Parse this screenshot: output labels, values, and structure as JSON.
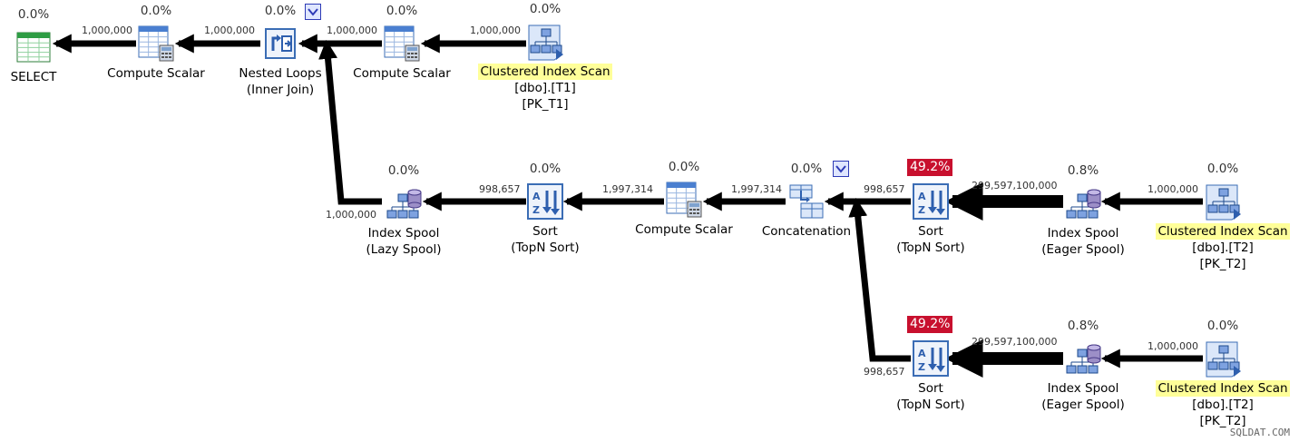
{
  "colors": {
    "cost_hot": "#c8102e",
    "highlight": "#ffff99",
    "arrow": "#000000"
  },
  "operators": [
    {
      "id": "select",
      "icon": "select-icon",
      "cost": "0.0%",
      "lines": [
        "SELECT"
      ]
    },
    {
      "id": "compute_scalar_1",
      "icon": "compute-scalar-icon",
      "cost": "0.0%",
      "lines": [
        "Compute Scalar"
      ]
    },
    {
      "id": "nested_loops",
      "icon": "nested-loops-icon",
      "cost": "0.0%",
      "lines": [
        "Nested Loops",
        "(Inner Join)"
      ]
    },
    {
      "id": "compute_scalar_2",
      "icon": "compute-scalar-icon",
      "cost": "0.0%",
      "lines": [
        "Compute Scalar"
      ]
    },
    {
      "id": "ci_scan_t1",
      "icon": "clustered-index-scan-icon",
      "cost": "0.0%",
      "lines": [
        "Clustered Index Scan",
        "[dbo].[T1]",
        "[PK_T1]"
      ]
    },
    {
      "id": "index_spool_lazy",
      "icon": "index-spool-icon",
      "cost": "0.0%",
      "lines": [
        "Index Spool",
        "(Lazy Spool)"
      ]
    },
    {
      "id": "sort_1",
      "icon": "sort-icon",
      "cost": "0.0%",
      "lines": [
        "Sort",
        "(TopN Sort)"
      ]
    },
    {
      "id": "compute_scalar_3",
      "icon": "compute-scalar-icon",
      "cost": "0.0%",
      "lines": [
        "Compute Scalar"
      ]
    },
    {
      "id": "concatenation",
      "icon": "concatenation-icon",
      "cost": "0.0%",
      "lines": [
        "Concatenation"
      ]
    },
    {
      "id": "sort_2",
      "icon": "sort-icon",
      "cost": "49.2%",
      "lines": [
        "Sort",
        "(TopN Sort)"
      ]
    },
    {
      "id": "index_spool_eager_1",
      "icon": "index-spool-icon",
      "cost": "0.8%",
      "lines": [
        "Index Spool",
        "(Eager Spool)"
      ]
    },
    {
      "id": "ci_scan_t2_a",
      "icon": "clustered-index-scan-icon",
      "cost": "0.0%",
      "lines": [
        "Clustered Index Scan",
        "[dbo].[T2]",
        "[PK_T2]"
      ]
    },
    {
      "id": "sort_3",
      "icon": "sort-icon",
      "cost": "49.2%",
      "lines": [
        "Sort",
        "(TopN Sort)"
      ]
    },
    {
      "id": "index_spool_eager_2",
      "icon": "index-spool-icon",
      "cost": "0.8%",
      "lines": [
        "Index Spool",
        "(Eager Spool)"
      ]
    },
    {
      "id": "ci_scan_t2_b",
      "icon": "clustered-index-scan-icon",
      "cost": "0.0%",
      "lines": [
        "Clustered Index Scan",
        "[dbo].[T2]",
        "[PK_T2]"
      ]
    }
  ],
  "edges": [
    {
      "from": "compute_scalar_1",
      "to": "select",
      "rows": "1,000,000"
    },
    {
      "from": "nested_loops",
      "to": "compute_scalar_1",
      "rows": "1,000,000"
    },
    {
      "from": "compute_scalar_2",
      "to": "nested_loops",
      "rows": "1,000,000"
    },
    {
      "from": "ci_scan_t1",
      "to": "compute_scalar_2",
      "rows": "1,000,000"
    },
    {
      "from": "index_spool_lazy",
      "to": "nested_loops",
      "rows": "1,000,000"
    },
    {
      "from": "sort_1",
      "to": "index_spool_lazy",
      "rows": "998,657"
    },
    {
      "from": "compute_scalar_3",
      "to": "sort_1",
      "rows": "1,997,314"
    },
    {
      "from": "concatenation",
      "to": "compute_scalar_3",
      "rows": "1,997,314"
    },
    {
      "from": "sort_2",
      "to": "concatenation",
      "rows": "998,657"
    },
    {
      "from": "index_spool_eager_1",
      "to": "sort_2",
      "rows": "299,597,100,000"
    },
    {
      "from": "ci_scan_t2_a",
      "to": "index_spool_eager_1",
      "rows": "1,000,000"
    },
    {
      "from": "sort_3",
      "to": "concatenation",
      "rows": "998,657"
    },
    {
      "from": "index_spool_eager_2",
      "to": "sort_3",
      "rows": "299,597,100,000"
    },
    {
      "from": "ci_scan_t2_b",
      "to": "index_spool_eager_2",
      "rows": "1,000,000"
    }
  ],
  "watermark": "SQLDAT.COM"
}
